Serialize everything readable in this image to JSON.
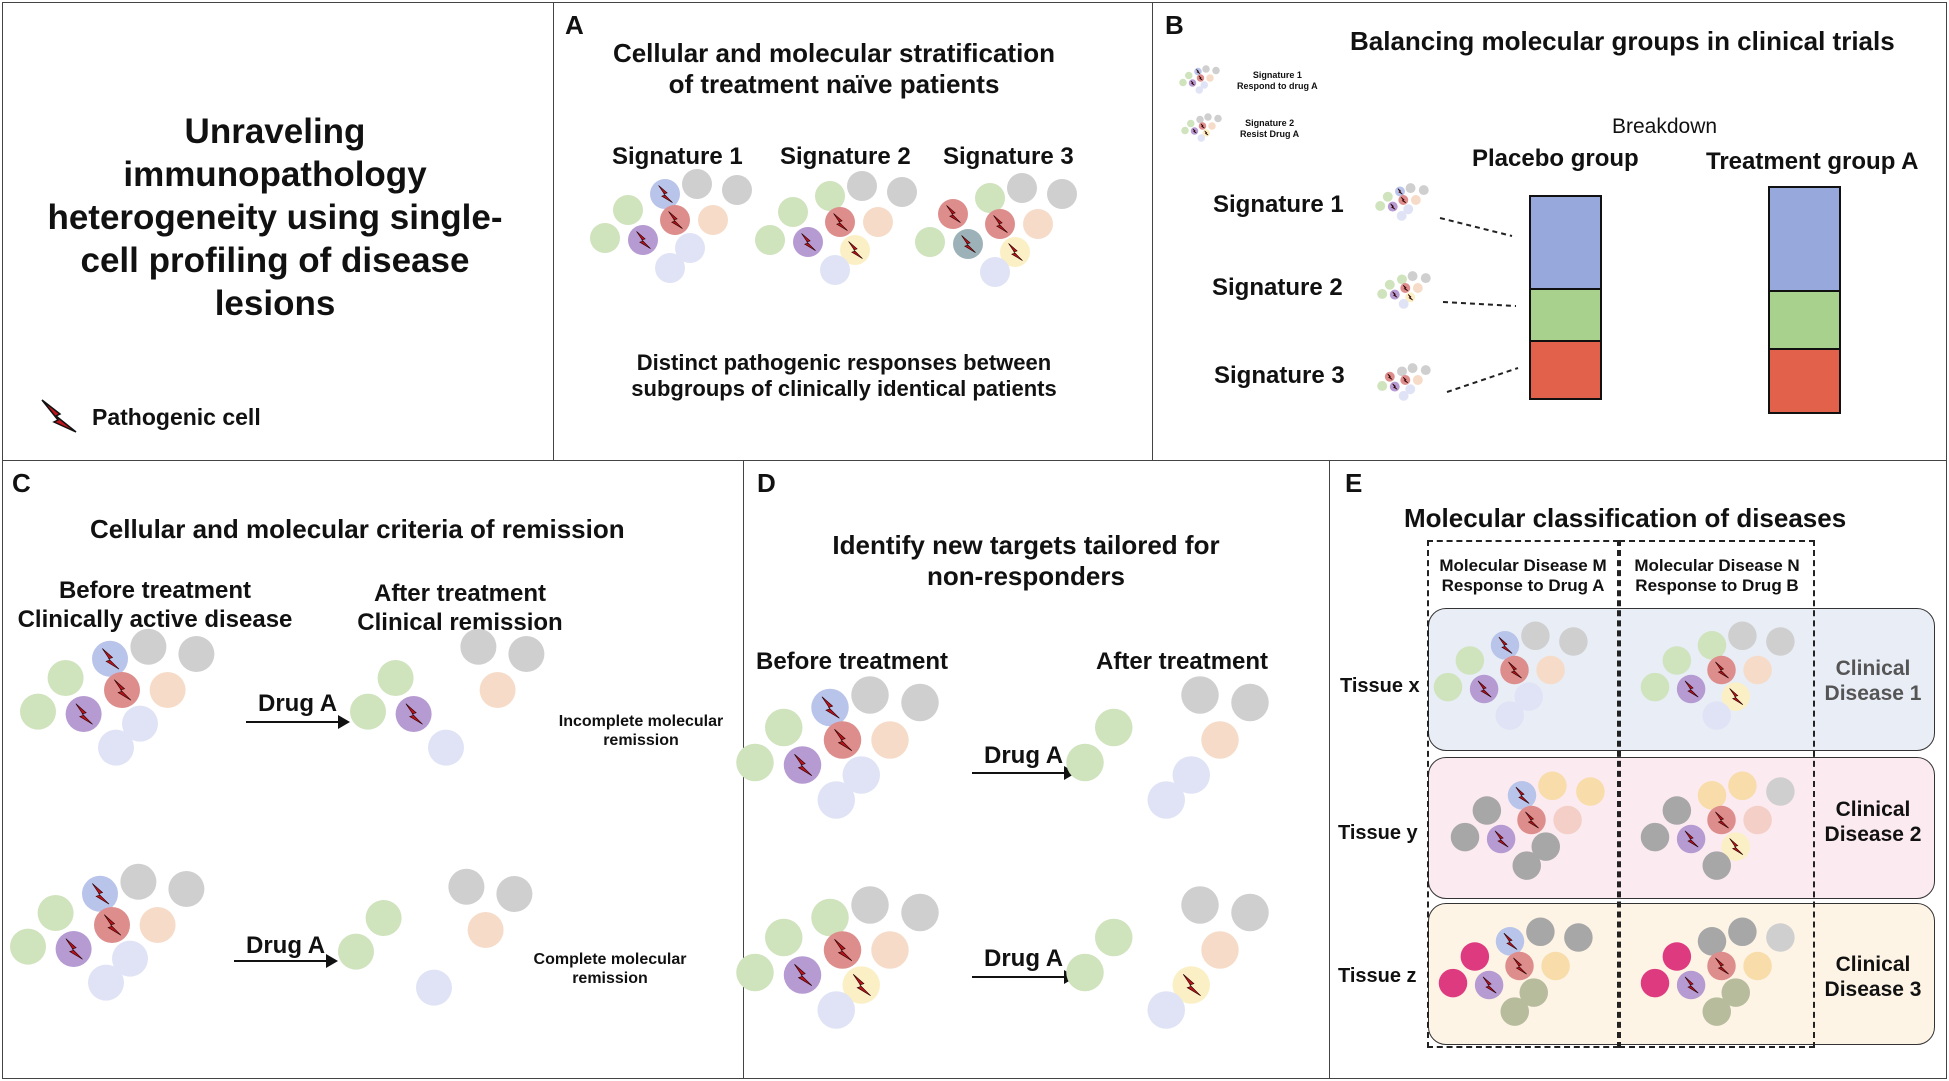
{
  "intro": {
    "title_lines": [
      "Unraveling",
      "immunopathology",
      "heterogeneity using single-",
      "cell profiling of disease",
      "lesions"
    ],
    "legend_label": "Pathogenic cell"
  },
  "panel_a": {
    "letter": "A",
    "title_lines": [
      "Cellular and molecular stratification",
      "of treatment naïve patients"
    ],
    "signatures": [
      "Signature 1",
      "Signature 2",
      "Signature 3"
    ],
    "caption_lines": [
      "Distinct pathogenic responses between",
      "subgroups of clinically identical patients"
    ]
  },
  "panel_b": {
    "letter": "B",
    "title": "Balancing molecular groups in clinical trials",
    "legend": [
      {
        "line1": "Signature 1",
        "line2": "Respond to drug A"
      },
      {
        "line1": "Signature 2",
        "line2": "Resist Drug A"
      }
    ],
    "breakdown_label": "Breakdown",
    "groups": [
      "Placebo group",
      "Treatment group A"
    ],
    "rows": [
      "Signature 1",
      "Signature 2",
      "Signature 3"
    ],
    "colors": {
      "sig1": "#97a9dc",
      "sig2": "#a9d18e",
      "sig3": "#e2614a"
    }
  },
  "panel_c": {
    "letter": "C",
    "title": "Cellular and molecular criteria of remission",
    "before_lines": [
      "Before treatment",
      "Clinically active disease"
    ],
    "after_lines": [
      "After treatment",
      "Clinical remission"
    ],
    "drug": "Drug A",
    "outcomes": [
      {
        "line1": "Incomplete molecular",
        "line2": "remission"
      },
      {
        "line1": "Complete molecular",
        "line2": "remission"
      }
    ]
  },
  "panel_d": {
    "letter": "D",
    "title_lines": [
      "Identify new targets tailored for",
      "non-responders"
    ],
    "before": "Before treatment",
    "after": "After treatment",
    "drug": "Drug A"
  },
  "panel_e": {
    "letter": "E",
    "title": "Molecular classification of diseases",
    "columns": [
      {
        "line1": "Molecular Disease M",
        "line2": "Response to Drug A"
      },
      {
        "line1": "Molecular Disease N",
        "line2": "Response to Drug B"
      }
    ],
    "tissues": [
      "Tissue x",
      "Tissue y",
      "Tissue z"
    ],
    "diseases": [
      {
        "line1": "Clinical",
        "line2": "Disease 1"
      },
      {
        "line1": "Clinical",
        "line2": "Disease 2"
      },
      {
        "line1": "Clinical",
        "line2": "Disease 3"
      }
    ]
  }
}
